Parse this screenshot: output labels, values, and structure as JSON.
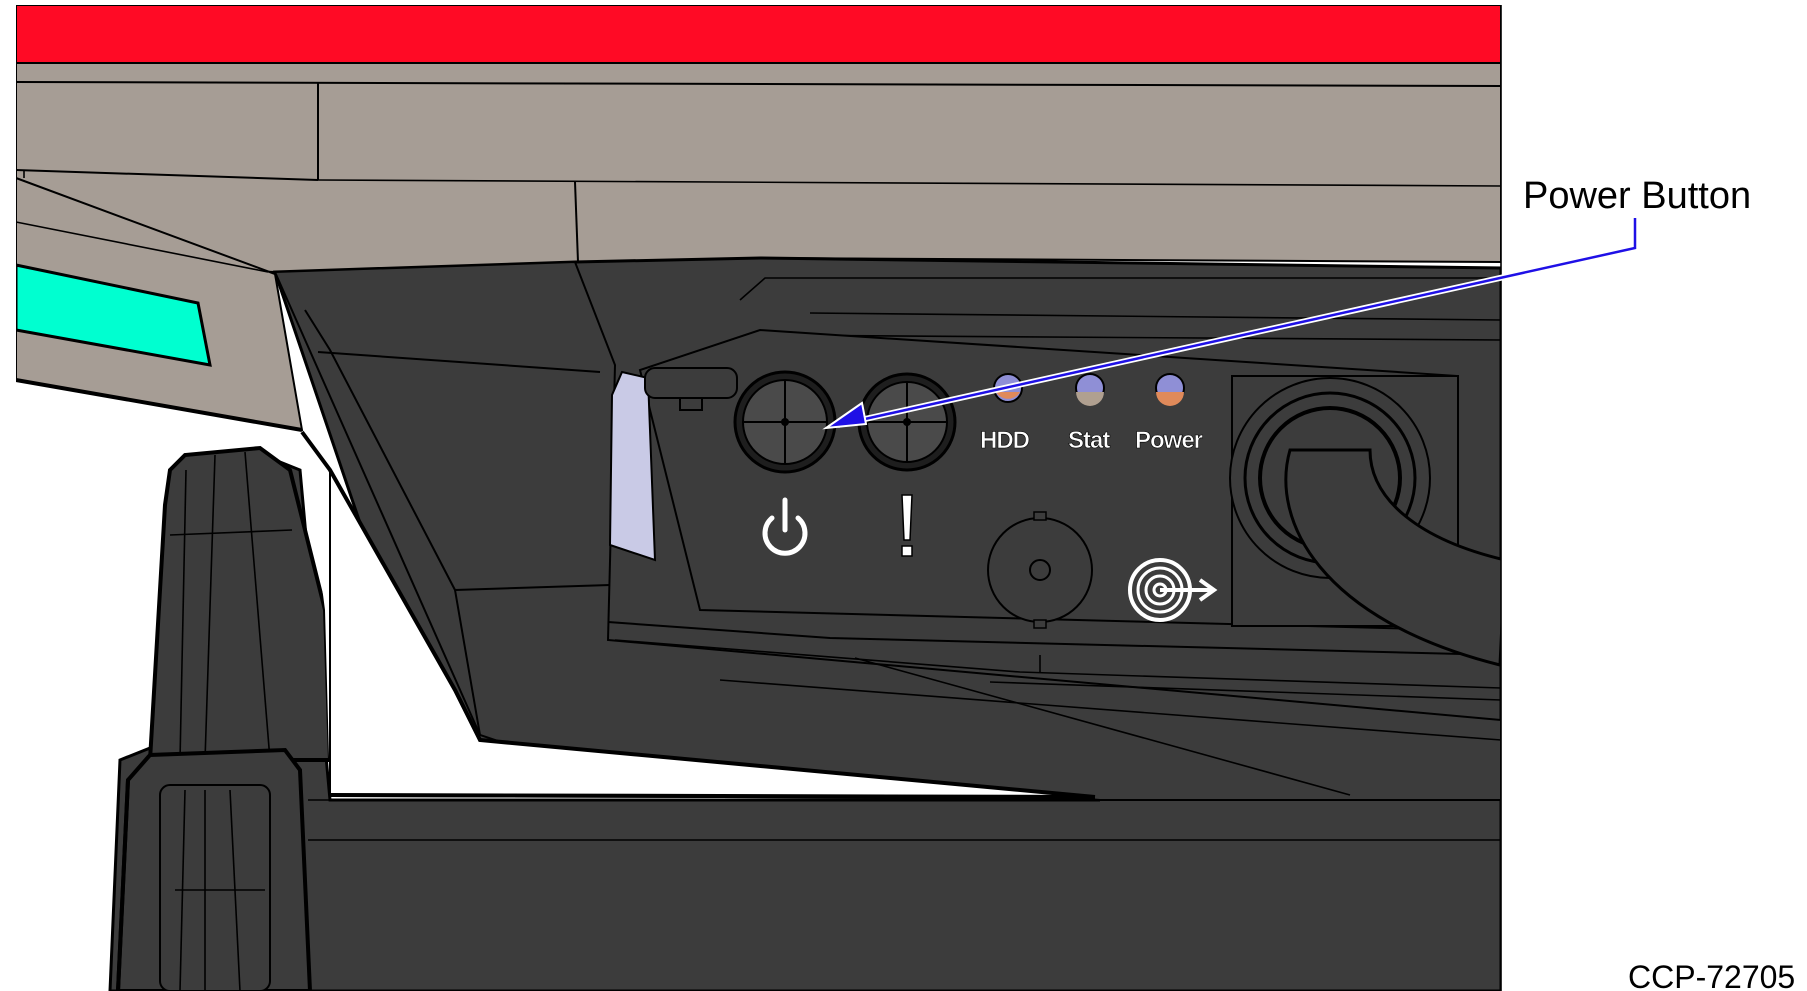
{
  "callout": {
    "label": "Power Button",
    "target": "power-button"
  },
  "indicators": [
    {
      "label": "HDD"
    },
    {
      "label": "Stat"
    },
    {
      "label": "Power"
    }
  ],
  "symbols": {
    "power": "power-icon",
    "alert": "exclamation-icon",
    "network": "network-port-icon"
  },
  "reference": "CCP-72705",
  "colors": {
    "top_band": "#ff0a25",
    "shell": "#a69d95",
    "body": "#3c3c3c",
    "accent_slot": "#00ffd0",
    "arrow": "#1f10e6",
    "latch": "#c9cae6"
  }
}
